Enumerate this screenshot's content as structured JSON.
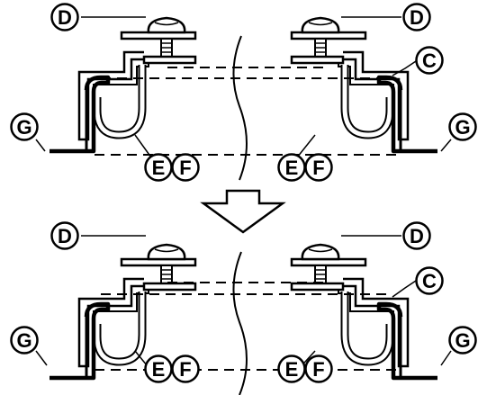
{
  "labels": {
    "D": "D",
    "C": "C",
    "E": "E",
    "F": "F",
    "G": "G"
  },
  "arrow_icon": "down-arrow-icon",
  "ink_color": "#000000",
  "paper_color": "#ffffff"
}
